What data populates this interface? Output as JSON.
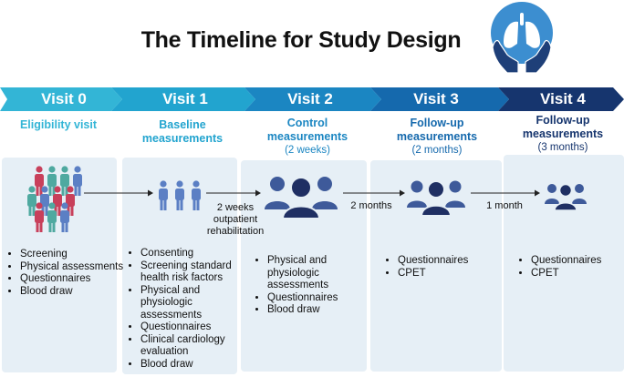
{
  "title": "The Timeline for Study Design",
  "colors": {
    "visit0": "#33b5d6",
    "visit1": "#22a4cf",
    "visit2": "#1b86c2",
    "visit3": "#1569ad",
    "visit4": "#16356e",
    "panel": "#e6eff6",
    "person": "#3e5a9a",
    "person_dark": "#1f2f63",
    "red": "#c8405b",
    "teal": "#4fa9a0",
    "blue": "#5b7fc4"
  },
  "logo_icon": "lungs-in-hands-icon",
  "visits": [
    {
      "label": "Visit 0",
      "subtitle": "Eligibility visit",
      "note": ""
    },
    {
      "label": "Visit 1",
      "subtitle": "Baseline measurements",
      "note": ""
    },
    {
      "label": "Visit 2",
      "subtitle": "Control measurements",
      "note": "(2 weeks)"
    },
    {
      "label": "Visit 3",
      "subtitle": "Follow-up measurements",
      "note": "(2 months)"
    },
    {
      "label": "Visit 4",
      "subtitle": "Follow-up measurements",
      "note": "(3 months)"
    }
  ],
  "gaps": [
    {
      "text": "",
      "icon": "arrow-right-icon"
    },
    {
      "text": "2 weeks outpatient rehabilitation",
      "icon": "arrow-right-icon"
    },
    {
      "text": "2 months",
      "icon": "arrow-right-icon"
    },
    {
      "text": "1 month",
      "icon": "arrow-right-icon"
    }
  ],
  "panels": [
    {
      "icon": "crowd-of-people-icon",
      "items": [
        "Screening",
        "Physical assessments",
        "Questionnaires",
        "Blood draw"
      ]
    },
    {
      "icon": "three-people-icon",
      "items": [
        "Consenting",
        "Screening standard health risk factors",
        "Physical and physiologic assessments",
        "Questionnaires",
        "Clinical cardiology evaluation",
        "Blood draw"
      ]
    },
    {
      "icon": "group-icon",
      "items": [
        "Physical and physiologic assessments",
        "Questionnaires",
        "Blood draw"
      ]
    },
    {
      "icon": "group-icon",
      "items": [
        "Questionnaires",
        "CPET"
      ]
    },
    {
      "icon": "group-icon",
      "items": [
        "Questionnaires",
        "CPET"
      ]
    }
  ]
}
